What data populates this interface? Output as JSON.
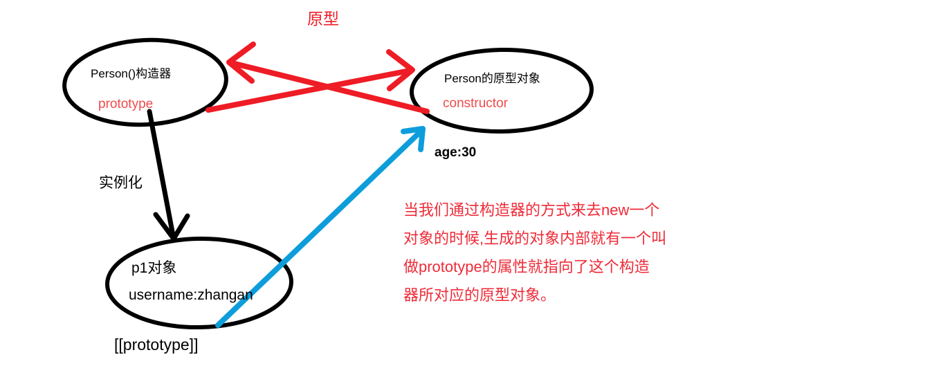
{
  "diagram": {
    "title": "原型",
    "colors": {
      "red": "#ee1c25",
      "red_text": "#f04a4a",
      "note_red": "#ee2b38",
      "blue": "#0d9ddb",
      "black": "#000000",
      "background": "#ffffff"
    },
    "nodes": {
      "constructor_ellipse": {
        "name": "Person()构造器",
        "property": "prototype"
      },
      "prototype_ellipse": {
        "name": "Person的原型对象",
        "property": "constructor",
        "member": "age:30"
      },
      "instance_ellipse": {
        "name": "p1对象",
        "property": "username:zhangan",
        "internal_slot": "[[prototype]]"
      }
    },
    "edges": {
      "instantiate_label": "实例化"
    },
    "note": {
      "lines": [
        "当我们通过构造器的方式来去new一个",
        "对象的时候,生成的对象内部就有一个叫",
        "做prototype的属性就指向了这个构造",
        "器所对应的原型对象。"
      ]
    }
  }
}
